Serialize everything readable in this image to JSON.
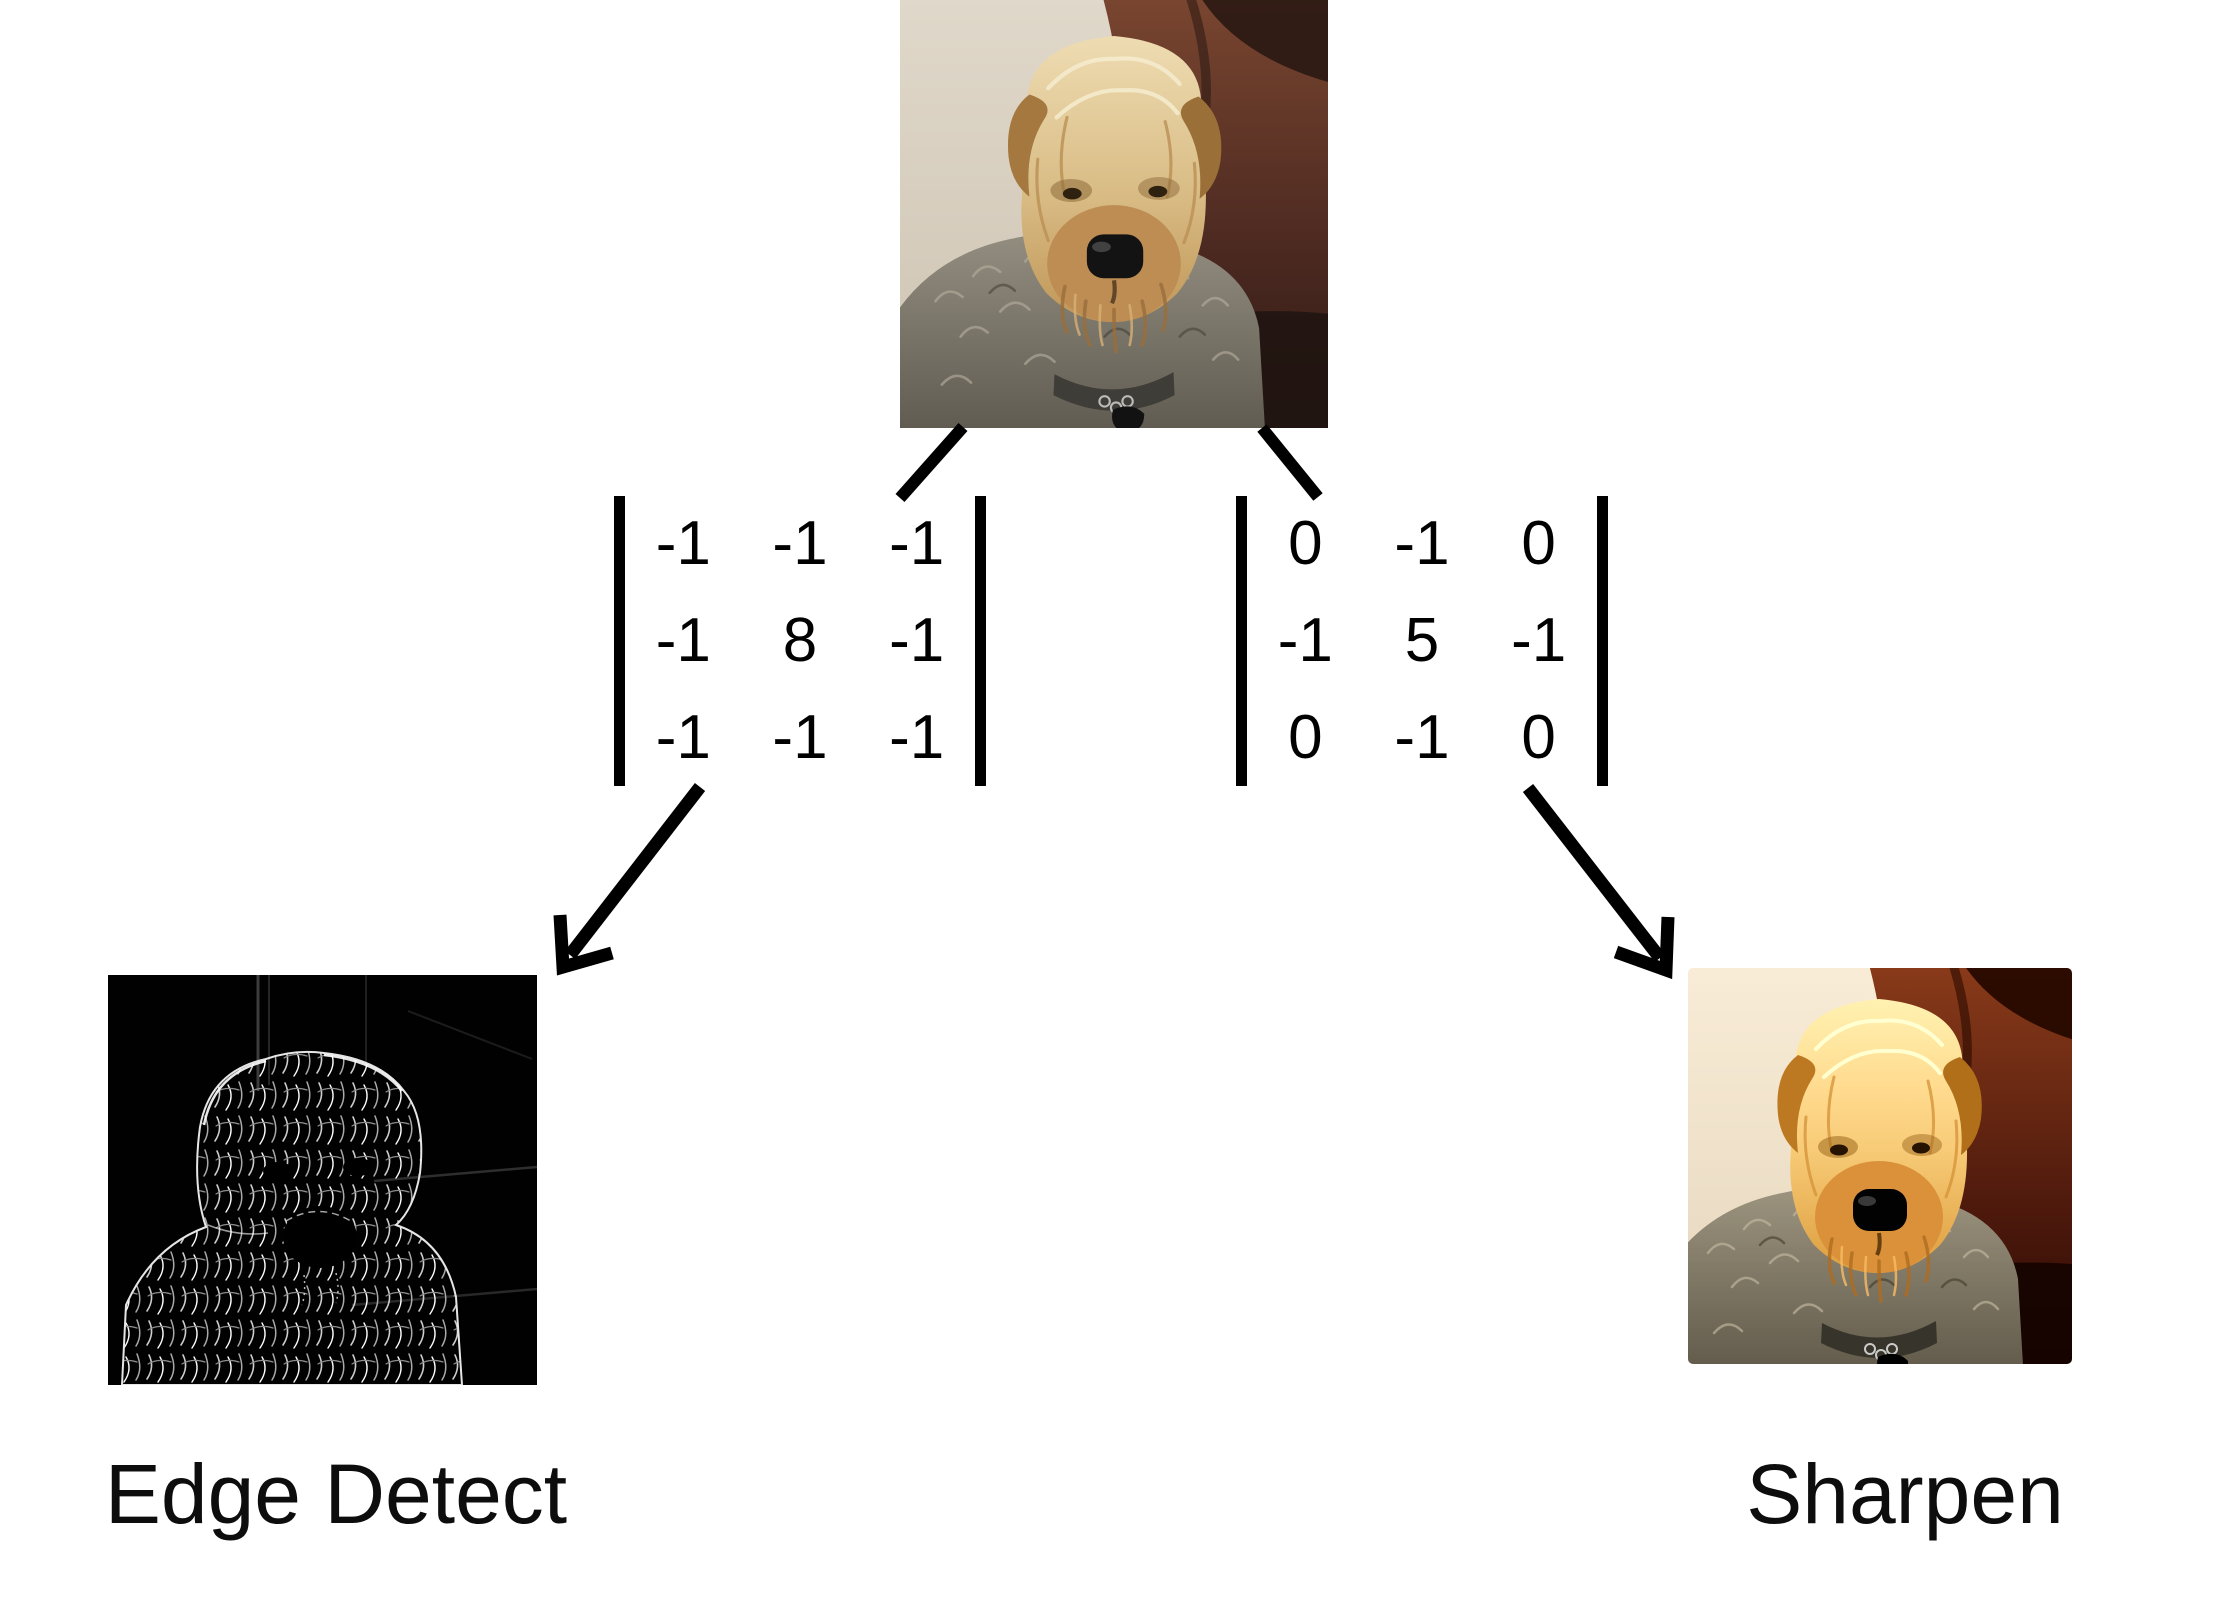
{
  "page": {
    "background": "#ffffff",
    "ink": "#000000"
  },
  "kernels": {
    "edge_detect": {
      "cells": [
        "-1",
        "-1",
        "-1",
        "-1",
        "8",
        "-1",
        "-1",
        "-1",
        "-1"
      ]
    },
    "sharpen": {
      "cells": [
        "0",
        "-1",
        "0",
        "-1",
        "5",
        "-1",
        "0",
        "-1",
        "0"
      ]
    }
  },
  "labels": {
    "edge_detect": "Edge Detect",
    "sharpen": "Sharpen"
  },
  "figures": {
    "source": "dog-photo",
    "edge_detect": "edge-detected-dog-image",
    "sharpen": "sharpened-dog-image"
  }
}
